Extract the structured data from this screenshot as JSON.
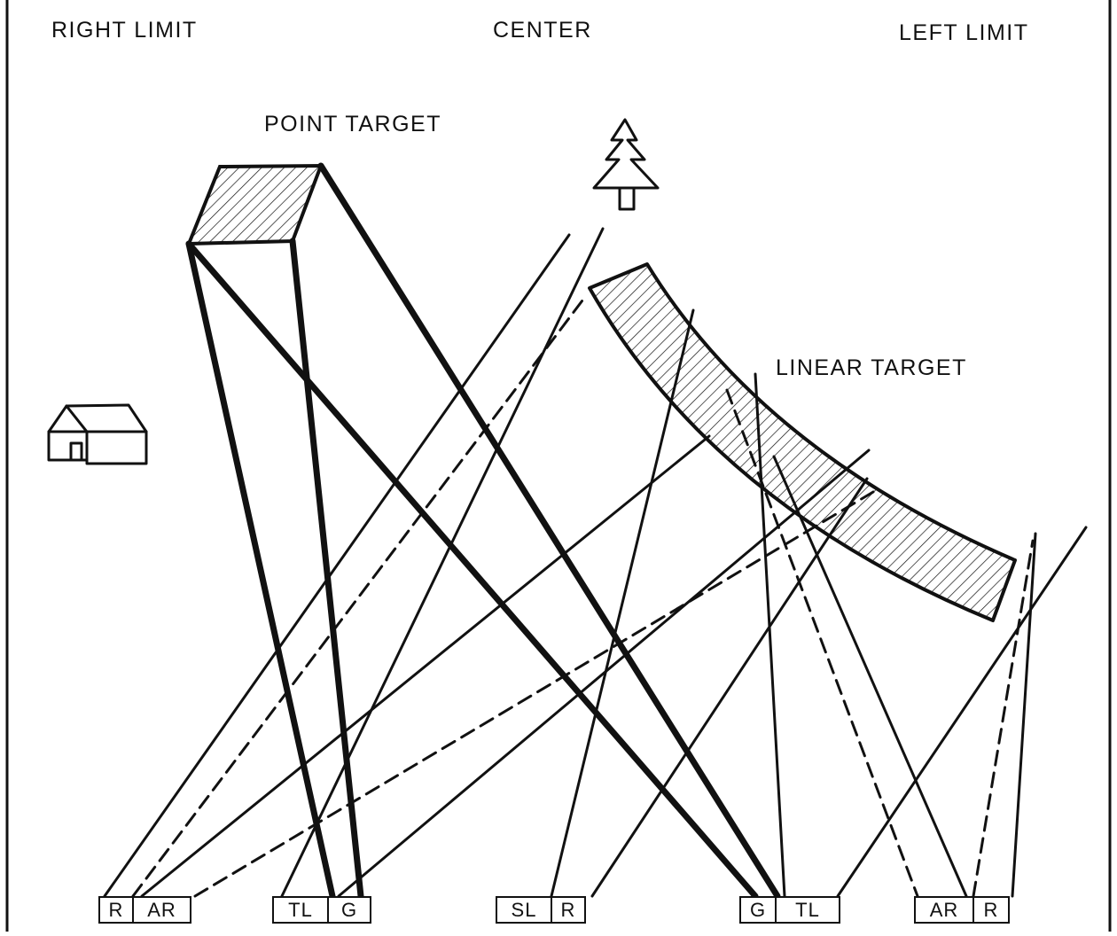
{
  "labels": {
    "right_limit": "RIGHT LIMIT",
    "center": "CENTER",
    "left_limit": "LEFT LIMIT",
    "point_target": "POINT TARGET",
    "linear_target": "LINEAR TARGET"
  },
  "positions": [
    {
      "boxes": [
        "R",
        "AR"
      ]
    },
    {
      "boxes": [
        "TL",
        "G"
      ]
    },
    {
      "boxes": [
        "SL",
        "R"
      ]
    },
    {
      "boxes": [
        "G",
        "TL"
      ]
    },
    {
      "boxes": [
        "AR",
        "R"
      ]
    }
  ],
  "icons": [
    "house-icon",
    "tree-icon"
  ],
  "colors": {
    "ink": "#111111",
    "background": "#ffffff"
  }
}
